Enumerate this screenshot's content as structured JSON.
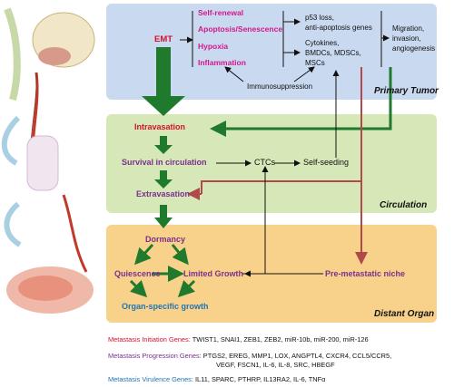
{
  "colors": {
    "primary_panel": "#c9d9f0",
    "circulation_panel": "#d6e8b8",
    "distant_panel": "#f8d28a",
    "arrow_green": "#1f7a2e",
    "arrow_red": "#b04a4a",
    "text_red": "#d6102a",
    "text_magenta": "#d4178a",
    "text_purple": "#7a2f8f",
    "text_blue": "#1f74b4"
  },
  "panels": {
    "primary": "Primary Tumor",
    "circulation": "Circulation",
    "distant": "Distant Organ"
  },
  "primary": {
    "emt": "EMT",
    "traits": [
      "Self-renewal",
      "Apoptosis/Senescence",
      "Hypoxia",
      "Inflammation"
    ],
    "p53_line1": "p53 loss,",
    "p53_line2": "anti-apoptosis genes",
    "cytokines": [
      "Cytokines,",
      "BMDCs, MDSCs,",
      "MSCs"
    ],
    "outcomes": [
      "Migration,",
      "invasion,",
      "angiogenesis"
    ],
    "immuno": "Immunosuppression"
  },
  "circulation": {
    "intravasation": "Intravasation",
    "survival": "Survival in circulation",
    "ctcs": "CTCs",
    "self_seeding": "Self-seeding",
    "extravasation": "Extravasation"
  },
  "distant": {
    "dormancy": "Dormancy",
    "quiescence": "Quiescence",
    "limited_growth": "Limited Growth",
    "premetastatic": "Pre-metastatic niche",
    "organ_growth": "Organ-specific growth"
  },
  "genes": [
    {
      "label": "Metastasis Initiation Genes:",
      "list": "TWIST1, SNAI1, ZEB1, ZEB2, miR-10b, miR-200, miR-126",
      "color": "#d6102a"
    },
    {
      "label": "Metastasis Progression Genes:",
      "list": "PTGS2, EREG, MMP1, LOX, ANGPTL4, CXCR4, CCL5/CCR5,",
      "list2": "VEGF, FSCN1, IL-6, IL-8, SRC, HBEGF",
      "color": "#7a2f8f"
    },
    {
      "label": "Metastasis Virulence Genes:",
      "list": "IL11, SPARC, PTHRP, IL13RA2, IL-6, TNFα",
      "color": "#1f74b4"
    }
  ]
}
